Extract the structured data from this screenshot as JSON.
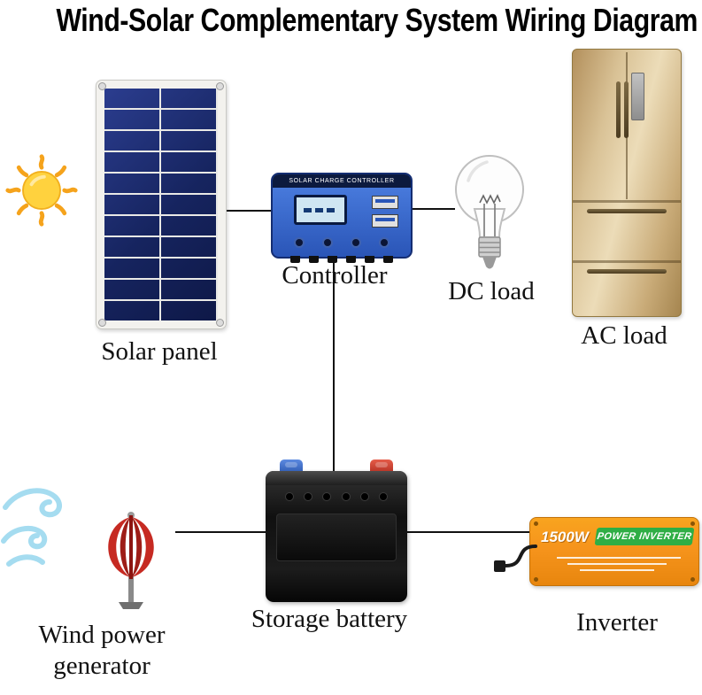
{
  "title": "Wind-Solar Complementary System Wiring Diagram",
  "labels": {
    "solar_panel": "Solar panel",
    "controller": "Controller",
    "dc_load": "DC load",
    "ac_load": "AC load",
    "storage_battery": "Storage battery",
    "wind_generator": "Wind power generator",
    "inverter": "Inverter"
  },
  "devices": {
    "controller_header": "SOLAR CHARGE CONTROLLER",
    "inverter_power": "1500W",
    "inverter_name": "POWER INVERTER"
  },
  "icons": {
    "sun": "sun-icon",
    "wind_swirl": "wind-swirl-icon",
    "light_bulb": "light-bulb-icon",
    "refrigerator": "refrigerator-icon",
    "wind_turbine": "wind-turbine-icon",
    "solar_panel": "solar-panel-icon",
    "battery": "battery-icon",
    "charge_controller": "charge-controller-icon",
    "inverter": "inverter-icon"
  },
  "colors": {
    "wire": "#111111",
    "solar-cell-blue": "#1b2a6e",
    "controller-blue": "#3565cc",
    "turbine-red": "#c62a22",
    "wind-swirl-blue": "#a5dcf0",
    "inverter-orange": "#f6941c",
    "inverter-green": "#2fae45",
    "fridge-champagne": "#d6bd90",
    "battery-black": "#151515",
    "sun-yellow": "#ffd23e",
    "sun-ray-orange": "#f5a31c"
  }
}
